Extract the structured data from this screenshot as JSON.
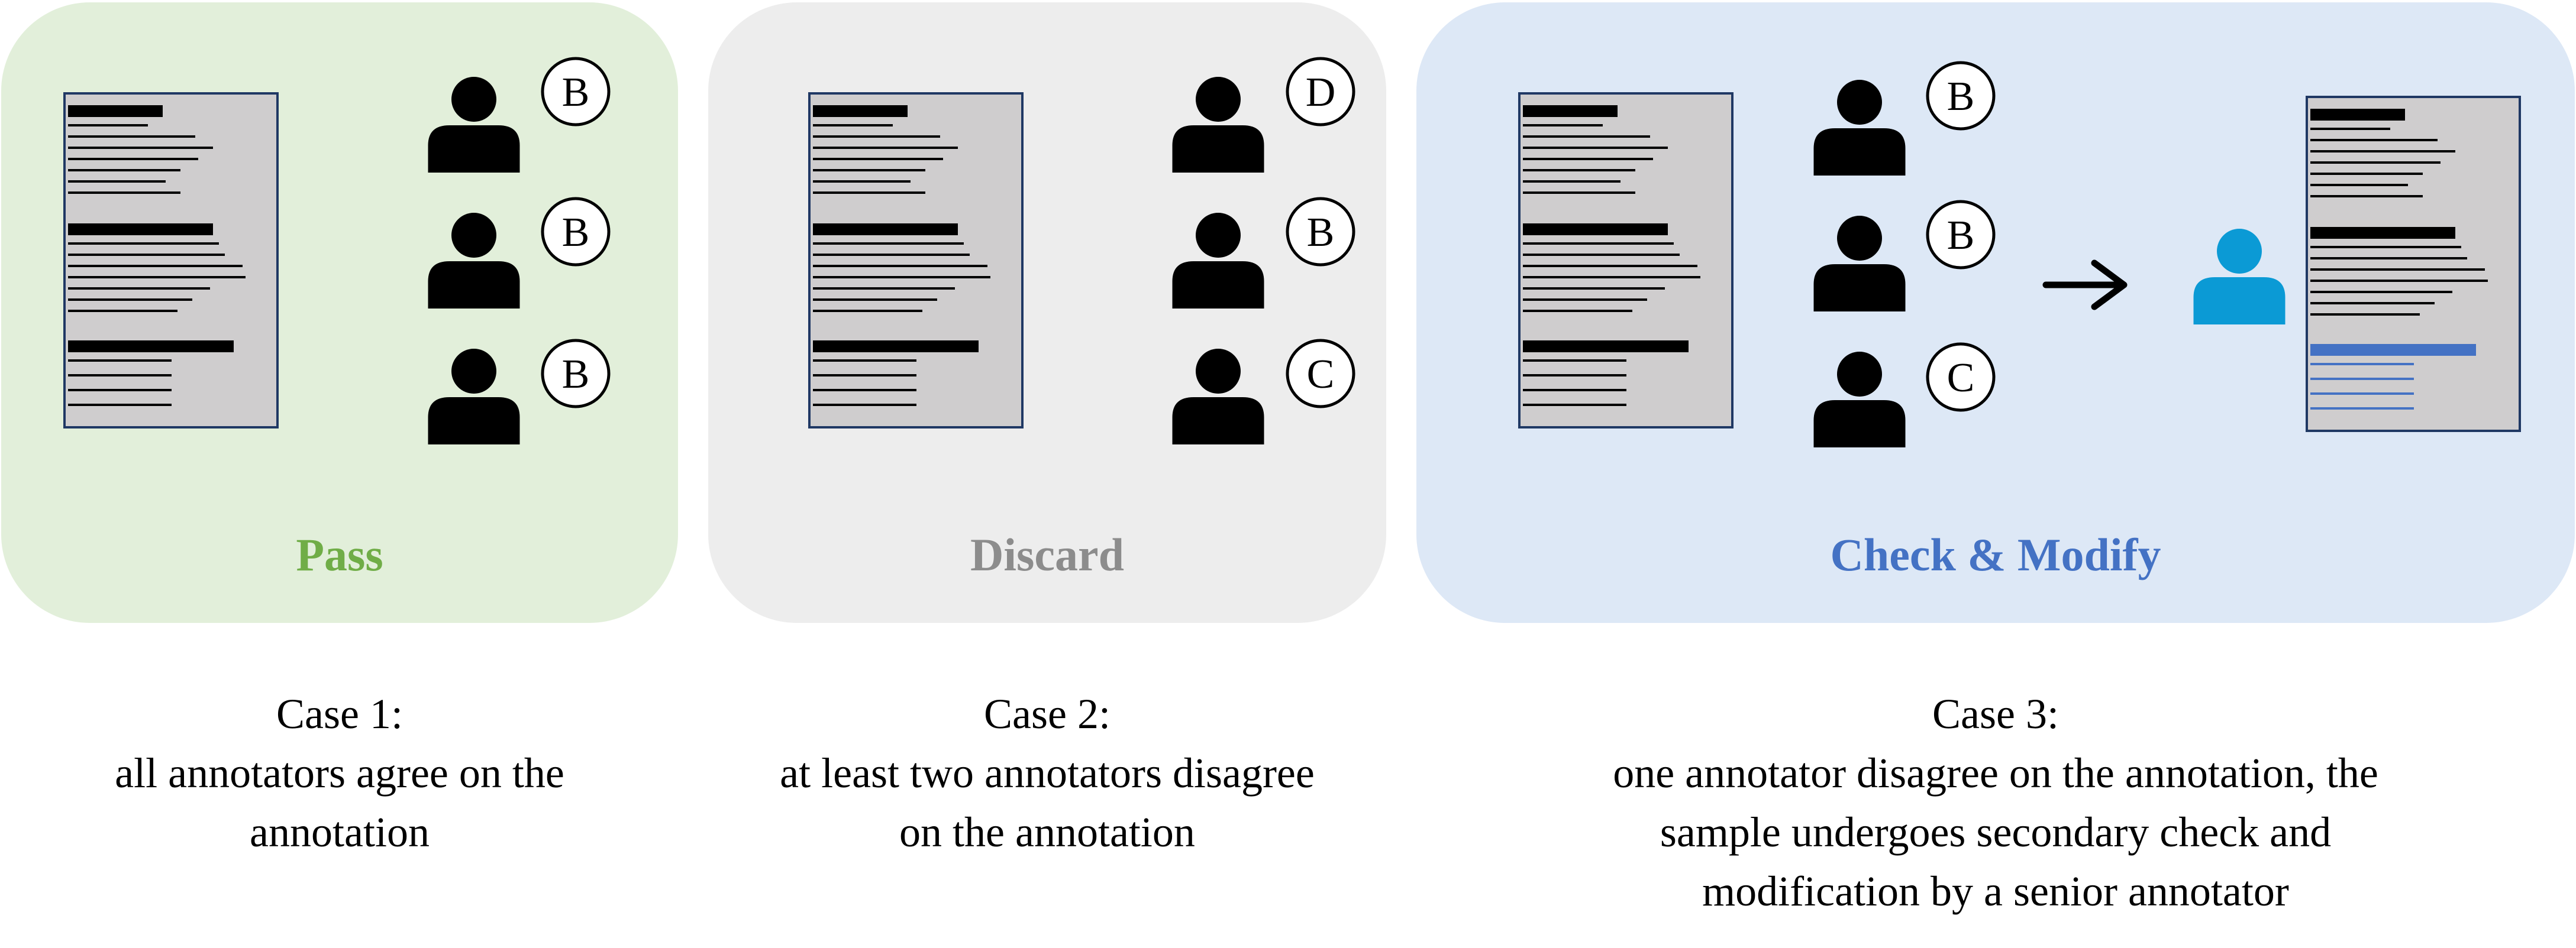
{
  "colors": {
    "pass_bg": "#e2efda",
    "discard_bg": "#ededed",
    "check_bg": "#dde8f6",
    "pass_text": "#70ad47",
    "discard_text": "#8c8c8c",
    "check_text": "#4472c4",
    "doc_fill": "#cfcdce",
    "doc_border": "#1f3864",
    "senior_icon": "#0b9ad5",
    "highlight_lines": "#4472c4"
  },
  "panels": [
    {
      "id": "pass",
      "label": "Pass",
      "annotator_labels": [
        "B",
        "B",
        "B"
      ],
      "caption": {
        "title": "Case 1:",
        "lines": [
          "all annotators agree on the",
          "annotation"
        ]
      }
    },
    {
      "id": "discard",
      "label": "Discard",
      "annotator_labels": [
        "D",
        "B",
        "C"
      ],
      "caption": {
        "title": "Case 2:",
        "lines": [
          "at least two annotators disagree",
          "on the annotation"
        ]
      }
    },
    {
      "id": "check",
      "label": "Check & Modify",
      "annotator_labels": [
        "B",
        "B",
        "C"
      ],
      "caption": {
        "title": "Case 3:",
        "lines": [
          "one annotator disagree on the annotation, the",
          "sample undergoes secondary check and",
          "modification by a senior annotator"
        ]
      }
    }
  ],
  "icons": {
    "document": "document-icon",
    "annotator": "person-icon",
    "senior_annotator": "senior-person-icon",
    "arrow": "arrow-right-icon"
  }
}
